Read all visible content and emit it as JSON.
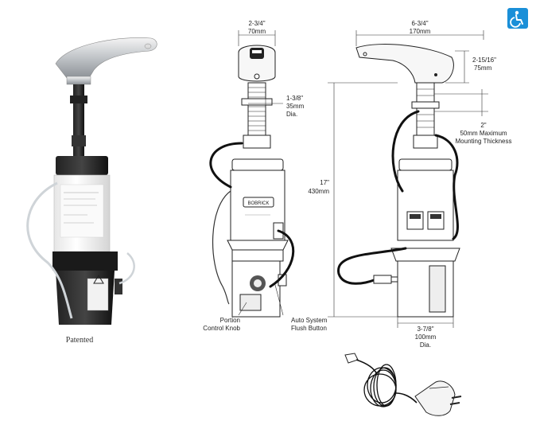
{
  "caption": "Patented",
  "badge_icon": "wheelchair-accessibility-icon",
  "badge_color": "#1a8fd8",
  "dims": {
    "top_width_in": "2-3/4\"",
    "top_width_mm": "70mm",
    "shank_in": "1-3/8\"",
    "shank_mm": "35mm",
    "shank_dia": "Dia.",
    "spout_in": "6-3/4\"",
    "spout_mm": "170mm",
    "height_spout_in": "2-15/16\"",
    "height_spout_mm": "75mm",
    "mount_in": "2\"",
    "mount_line1": "50mm Maximum",
    "mount_line2": "Mounting Thickness",
    "total_in": "17\"",
    "total_mm": "430mm",
    "base_in": "3-7/8\"",
    "base_mm": "100mm",
    "base_dia": "Dia."
  },
  "callouts": {
    "portion_line1": "Portion",
    "portion_line2": "Control Knob",
    "flush_line1": "Auto System",
    "flush_line2": "Flush Button"
  }
}
